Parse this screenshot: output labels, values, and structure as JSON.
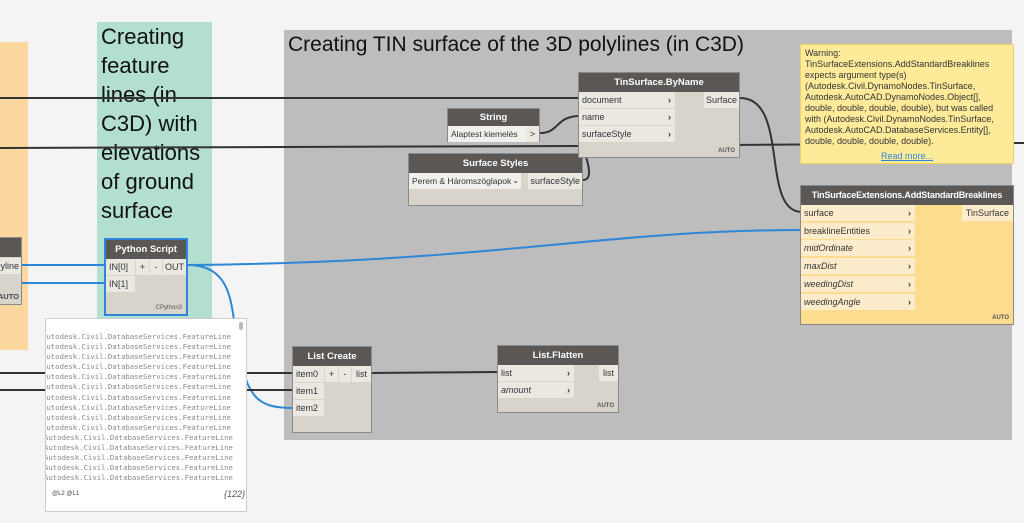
{
  "groups": {
    "feature_lines": {
      "title": "Creating feature lines (in C3D) with elevations of ground surface",
      "color": "#b3dfd0"
    },
    "tin_surface": {
      "title": "Creating TIN surface of the 3D polylines (in C3D)",
      "color": "#bdbdbd"
    },
    "left_group": {
      "color": "#fdd7a0"
    }
  },
  "partial_node": {
    "output": "yline",
    "auto": "AUTO"
  },
  "python_node": {
    "title": "Python Script",
    "inputs": [
      "IN[0]",
      "IN[1]"
    ],
    "add": "+",
    "remove": "-",
    "output": "OUT",
    "engine": "CPython3"
  },
  "preview": {
    "items": [
      "Autodesk.Civil.DatabaseServices.FeatureLine",
      "Autodesk.Civil.DatabaseServices.FeatureLine",
      "Autodesk.Civil.DatabaseServices.FeatureLine",
      "Autodesk.Civil.DatabaseServices.FeatureLine",
      "Autodesk.Civil.DatabaseServices.FeatureLine",
      "Autodesk.Civil.DatabaseServices.FeatureLine",
      "Autodesk.Civil.DatabaseServices.FeatureLine",
      "Autodesk.Civil.DatabaseServices.FeatureLine",
      "Autodesk.Civil.DatabaseServices.FeatureLine",
      "Autodesk.Civil.DatabaseServices.FeatureLine",
      "Autodesk.Civil.DatabaseServices.FeatureLine",
      "Autodesk.Civil.DatabaseServices.FeatureLine",
      "Autodesk.Civil.DatabaseServices.FeatureLine",
      "Autodesk.Civil.DatabaseServices.FeatureLine",
      "Autodesk.Civil.DatabaseServices.FeatureLine"
    ],
    "levels": "@L2 @L1",
    "count": "{122}"
  },
  "string_node": {
    "title": "String",
    "value": "Alaptest kiemelés",
    "output": ">"
  },
  "styles_node": {
    "title": "Surface Styles",
    "value": "Perem & Háromszöglapok",
    "output": "surfaceStyle"
  },
  "byname_node": {
    "title": "TinSurface.ByName",
    "inputs": [
      "document",
      "name",
      "surfaceStyle"
    ],
    "output": "Surface",
    "auto": "AUTO"
  },
  "warning": {
    "text": "Warning: TinSurfaceExtensions.AddStandardBreaklines expects argument type(s) (Autodesk.Civil.DynamoNodes.TinSurface, Autodesk.AutoCAD.DynamoNodes.Object[], double, double, double, double), but was called with (Autodesk.Civil.DynamoNodes.TinSurface, Autodesk.AutoCAD.DatabaseServices.Entity[], double, double, double, double).",
    "read_more": "Read more..."
  },
  "breaklines_node": {
    "title": "TinSurfaceExtensions.AddStandardBreaklines",
    "inputs": [
      "surface",
      "breaklineEntities",
      "midOrdinate",
      "maxDist",
      "weedingDist",
      "weedingAngle"
    ],
    "output": "TinSurface",
    "auto": "AUTO"
  },
  "listcreate_node": {
    "title": "List Create",
    "inputs": [
      "item0",
      "item1",
      "item2"
    ],
    "add": "+",
    "remove": "-",
    "output": "list"
  },
  "flatten_node": {
    "title": "List.Flatten",
    "inputs": [
      "list",
      "amount"
    ],
    "output": "list",
    "auto": "AUTO"
  },
  "colors": {
    "wire": "#333333",
    "selected_wire": "#2f86d6",
    "warning_bg": "#fdeb9a",
    "breaklines_bg": "#fddc8f"
  }
}
